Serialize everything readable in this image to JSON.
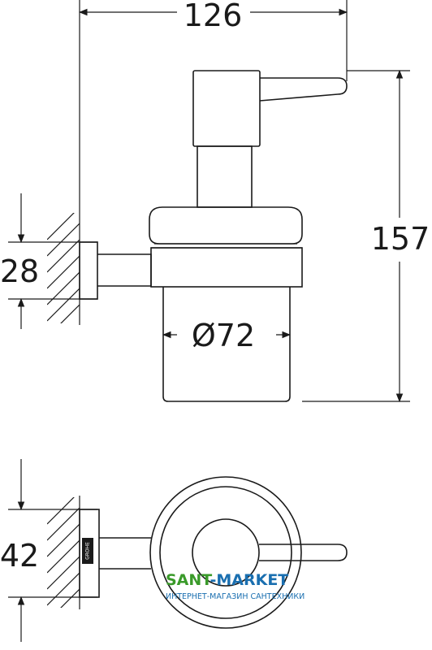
{
  "dimensions": {
    "width": "126",
    "height": "157",
    "mount_front": "28",
    "diameter": "Ø72",
    "mount_top": "42"
  },
  "watermark": {
    "brand_a": "SANT",
    "brand_b": "-MARKET",
    "subtitle": "ИНТЕРНЕТ-МАГАЗИН САНТЕХНИКИ",
    "color_a": "#3a9a2a",
    "color_b": "#1a6fb0"
  },
  "logo_mark": "GROHE"
}
